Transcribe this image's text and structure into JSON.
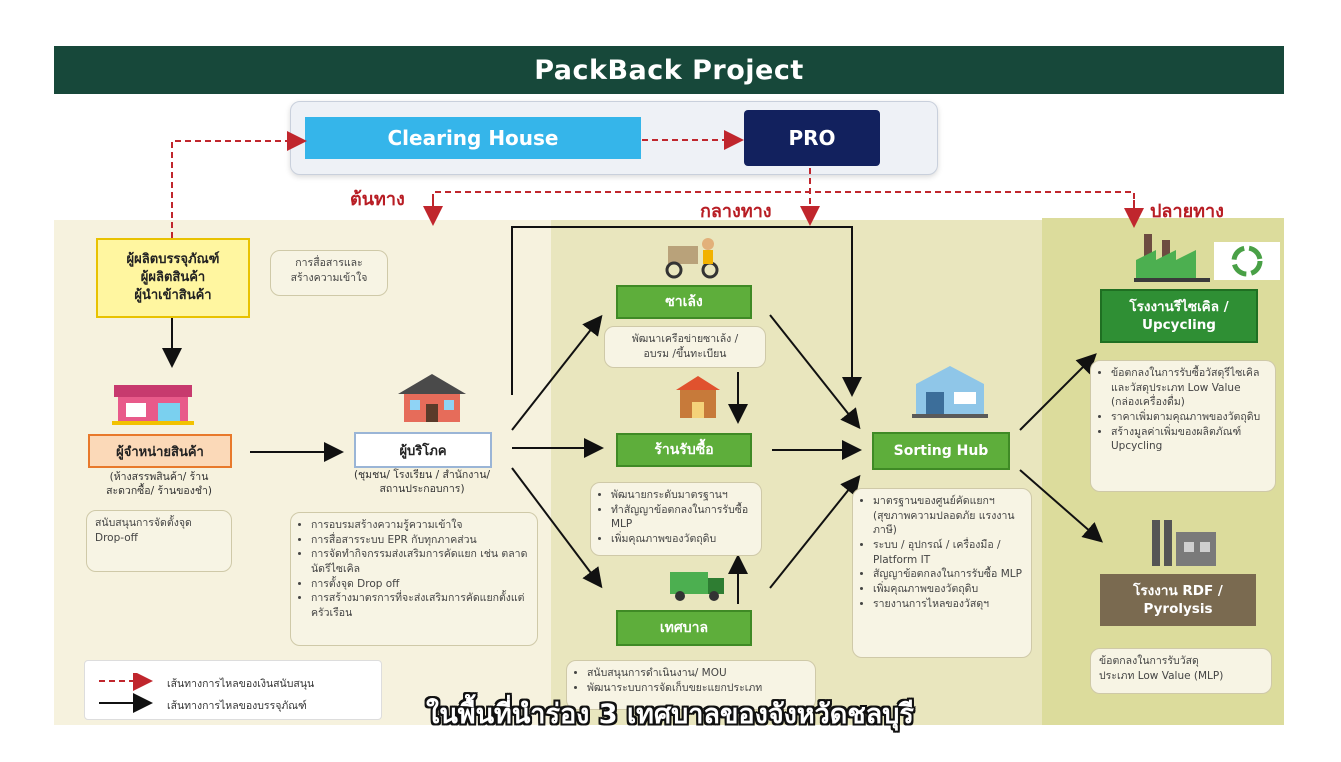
{
  "title": "PackBack Project",
  "top": {
    "clearing_house": "Clearing House",
    "pro": "PRO"
  },
  "stages": {
    "upstream": "ต้นทาง",
    "midstream": "กลางทาง",
    "downstream": "ปลายทาง"
  },
  "producers": {
    "label": "ผู้ผลิตบรรจุภัณฑ์\nผู้ผลิตสินค้า\nผู้นำเข้าสินค้า",
    "note": "การสื่อสารและ\nสร้างความเข้าใจ"
  },
  "retailer": {
    "label": "ผู้จำหน่ายสินค้า",
    "caption": "(ห้างสรรพสินค้า/ ร้าน\nสะดวกซื้อ/ ร้านของชำ)",
    "note": "สนับสนุนการจัดตั้งจุด\nDrop-off"
  },
  "consumer": {
    "label": "ผู้บริโภค",
    "caption": "(ชุมชน/ โรงเรียน / สำนักงาน/\nสถานประกอบการ)",
    "notes": [
      "การอบรมสร้างความรู้ความเข้าใจ",
      "การสื่อสารระบบ EPR กับทุกภาคส่วน",
      "การจัดทำกิจกรรมส่งเสริมการคัดแยก เช่น ตลาดนัดรีไซเคิล",
      "การตั้งจุด Drop off",
      "การสร้างมาตรการที่จะส่งเสริมการคัดแยกตั้งแต่ครัวเรือน"
    ]
  },
  "saleng": {
    "label": "ซาเล้ง",
    "note": "พัฒนาเครือข่ายซาเล้ง /\nอบรม /ขึ้นทะเบียน"
  },
  "shop": {
    "label": "ร้านรับซื้อ",
    "notes": [
      "พัฒนายกระดับมาตรฐานฯ",
      "ทำสัญญาข้อตกลงในการรับซื้อ MLP",
      "เพิ่มคุณภาพของวัตถุดิบ"
    ]
  },
  "municipality": {
    "label": "เทศบาล",
    "notes": [
      "สนับสนุนการดำเนินงาน/ MOU",
      "พัฒนาระบบการจัดเก็บขยะแยกประเภท"
    ]
  },
  "sorting_hub": {
    "label": "Sorting Hub",
    "notes": [
      "มาตรฐานของศูนย์คัดแยกฯ (สุขภาพความปลอดภัย แรงงาน ภาษี)",
      "ระบบ / อุปกรณ์ / เครื่องมือ / Platform IT",
      "สัญญาข้อตกลงในการรับซื้อ MLP",
      "เพิ่มคุณภาพของวัตถุดิบ",
      "รายงานการไหลของวัสดุฯ"
    ]
  },
  "recycling": {
    "label": "โรงงานรีไซเคิล /\nUpcycling",
    "notes": [
      "ข้อตกลงในการรับซื้อวัสดุรีไซเคิล และวัสดุประเภท Low Value (กล่องเครื่องดื่ม)",
      "ราคาเพิ่มตามคุณภาพของวัตถุดิบ",
      "สร้างมูลค่าเพิ่มของผลิตภัณฑ์ Upcycling"
    ]
  },
  "rdf": {
    "label": "โรงงาน RDF /\nPyrolysis",
    "note": "ข้อตกลงในการรับวัสดุ\nประเภท Low Value (MLP)"
  },
  "legend": {
    "dashed": "เส้นทางการไหลของเงินสนับสนุน",
    "solid": "เส้นทางการไหลของบรรจุภัณฑ์"
  },
  "subtitle": "ในพื้นที่นำร่อง 3 เทศบาลของจังหวัดชลบุรี",
  "colors": {
    "title_bg": "#17483a",
    "dashed_arrow": "#c0262d",
    "clearing": "#35b5ea",
    "pro": "#12215e"
  },
  "icons": [
    "store-icon",
    "house-icon",
    "tricycle-icon",
    "shop-icon",
    "garbage-truck-icon",
    "warehouse-icon",
    "factory-icon",
    "recycle-icon",
    "rdf-plant-icon"
  ]
}
